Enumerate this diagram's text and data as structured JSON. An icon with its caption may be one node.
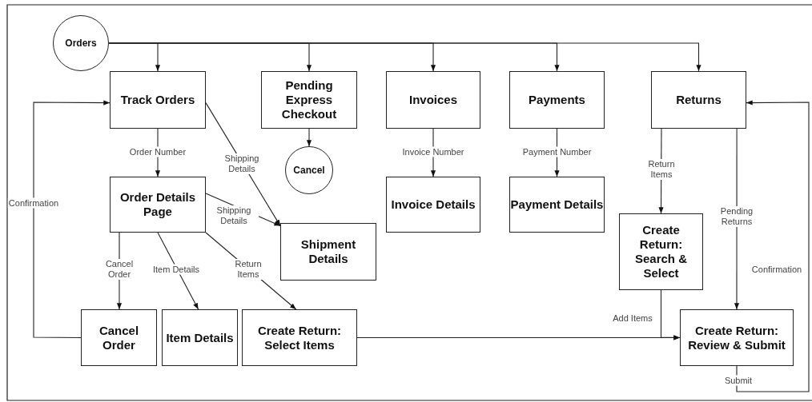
{
  "diagram": {
    "nodes": [
      {
        "text": [
          "Orders"
        ]
      },
      {
        "text": [
          "Track Orders"
        ]
      },
      {
        "text": [
          "Pending Express Checkout"
        ]
      },
      {
        "text": [
          "Invoices"
        ]
      },
      {
        "text": [
          "Payments"
        ]
      },
      {
        "text": [
          "Returns"
        ]
      },
      {
        "text": [
          "Cancel"
        ]
      },
      {
        "text": [
          "Order Details Page"
        ]
      },
      {
        "text": [
          "Invoice Details"
        ]
      },
      {
        "text": [
          "Payment Details"
        ]
      },
      {
        "text": [
          "Shipment Details"
        ]
      },
      {
        "text": [
          "Create Return: Search & Select"
        ]
      },
      {
        "text": [
          "Cancel Order"
        ]
      },
      {
        "text": [
          "Item Details"
        ]
      },
      {
        "text": [
          "Create Return: Select Items"
        ]
      },
      {
        "text": [
          "Create Return: Review & Submit"
        ]
      }
    ],
    "edges": [
      {
        "from": 0,
        "to": 1,
        "arrow": "to"
      },
      {
        "from": 0,
        "to": 2,
        "arrow": "to"
      },
      {
        "from": 0,
        "to": 3,
        "arrow": "to"
      },
      {
        "from": 0,
        "to": 4,
        "arrow": "to"
      },
      {
        "from": 0,
        "to": 5,
        "arrow": "to"
      },
      {
        "from": 1,
        "to": 7,
        "arrow": "to",
        "label": "Order Number"
      },
      {
        "from": 1,
        "to": 10,
        "arrow": "to",
        "label": "Shipping Details"
      },
      {
        "from": 2,
        "to": 6,
        "arrow": "to"
      },
      {
        "from": 3,
        "to": 8,
        "arrow": "to",
        "label": "Invoice Number"
      },
      {
        "from": 4,
        "to": 9,
        "arrow": "to",
        "label": "Payment Number"
      },
      {
        "from": 5,
        "to": 11,
        "arrow": "to",
        "label": "Return Items"
      },
      {
        "from": 5,
        "to": 15,
        "arrow": "to",
        "label": "Pending Returns"
      },
      {
        "from": 7,
        "to": 10,
        "arrow": "to",
        "label": "Shipping Details"
      },
      {
        "from": 7,
        "to": 12,
        "arrow": "to",
        "label": "Cancel Order"
      },
      {
        "from": 7,
        "to": 13,
        "arrow": "to",
        "label": "Item Details"
      },
      {
        "from": 7,
        "to": 14,
        "arrow": "to",
        "label": "Return Items"
      },
      {
        "from": 12,
        "to": 1,
        "arrow": "to",
        "label": "Confirmation"
      },
      {
        "from": 14,
        "to": 15,
        "arrow": "to"
      },
      {
        "from": 11,
        "to": 15,
        "arrow": "to",
        "label": "Add Items"
      },
      {
        "from": 15,
        "to": 5,
        "arrow": "to",
        "label": "Submit"
      }
    ],
    "labels": [
      "Confirmation"
    ]
  }
}
